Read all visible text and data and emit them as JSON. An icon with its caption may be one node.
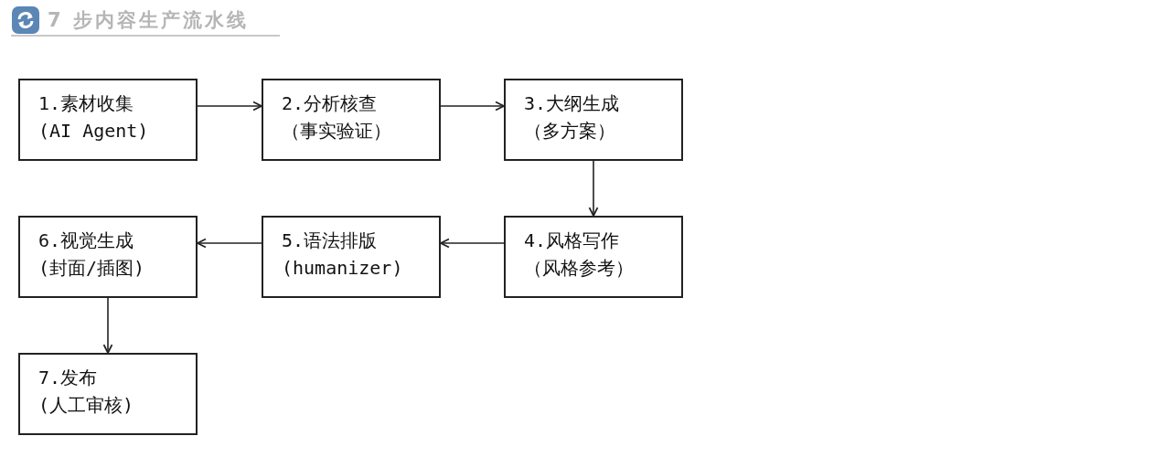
{
  "diagram": {
    "title": "7 步内容生产流水线",
    "nodes": [
      {
        "text": [
          "1.素材收集",
          "(AI Agent)"
        ]
      },
      {
        "text": [
          "2.分析核查",
          "（事实验证）"
        ]
      },
      {
        "text": [
          "3.大纲生成",
          "（多方案）"
        ]
      },
      {
        "text": [
          "4.风格写作",
          "（风格参考）"
        ]
      },
      {
        "text": [
          "5.语法排版",
          "(humanizer)"
        ]
      },
      {
        "text": [
          "6.视觉生成",
          "(封面/插图)"
        ]
      },
      {
        "text": [
          "7.发布",
          "(人工审核)"
        ]
      }
    ],
    "edges": [
      {
        "from": 0,
        "to": 1,
        "arrow": "to"
      },
      {
        "from": 1,
        "to": 2,
        "arrow": "to"
      },
      {
        "from": 2,
        "to": 3,
        "arrow": "to"
      },
      {
        "from": 3,
        "to": 4,
        "arrow": "to"
      },
      {
        "from": 4,
        "to": 5,
        "arrow": "to"
      },
      {
        "from": 5,
        "to": 6,
        "arrow": "to"
      }
    ]
  }
}
